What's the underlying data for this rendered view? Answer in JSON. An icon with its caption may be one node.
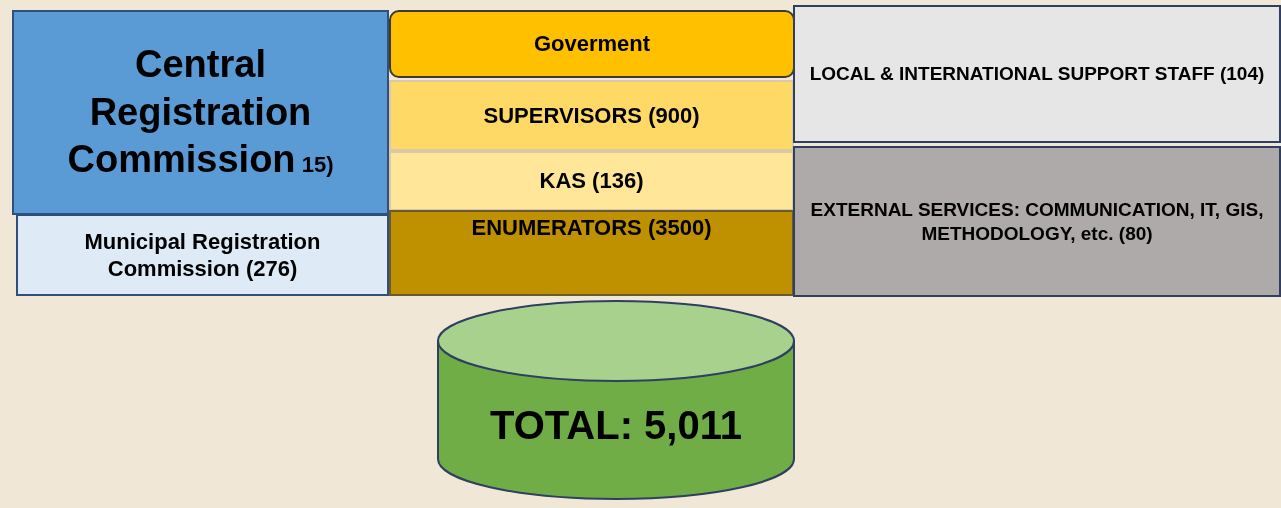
{
  "diagram": {
    "nodes": [
      {
        "text": [
          "Central Registration Commission",
          "15)"
        ]
      },
      {
        "text": [
          "Municipal Registration Commission (276)"
        ]
      },
      {
        "text": [
          "Goverment"
        ]
      },
      {
        "text": [
          "SUPERVISORS (900)"
        ]
      },
      {
        "text": [
          "KAS (136)"
        ]
      },
      {
        "text": [
          "ENUMERATORS (3500)"
        ]
      },
      {
        "text": [
          "LOCAL & INTERNATIONAL SUPPORT STAFF (104)"
        ]
      },
      {
        "text": [
          "EXTERNAL SERVICES: COMMUNICATION, IT, GIS, METHODOLOGY, etc. (80)"
        ]
      },
      {
        "text": [
          "TOTAL: 5,011"
        ]
      }
    ]
  }
}
